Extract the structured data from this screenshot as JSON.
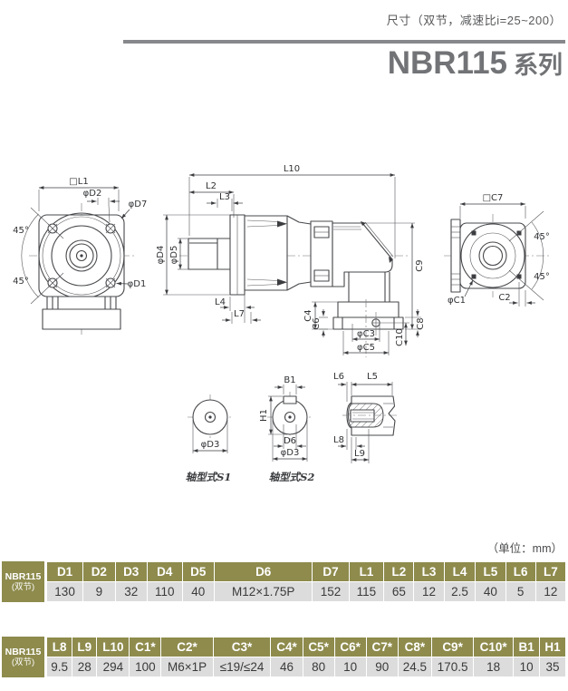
{
  "page": {
    "header_note": "尺寸（双节，减速比i=25~200）",
    "title": "NBR115",
    "title_suffix": "系列",
    "unit_label": "（单位：mm）"
  },
  "drawing": {
    "front_view": {
      "l1": "□L1",
      "d2": "φD2",
      "d7": "φD7",
      "d1": "φD1",
      "angle": "45°"
    },
    "side_view": {
      "l10": "L10",
      "l2": "L2",
      "l3": "L3",
      "d4": "φD4",
      "d5": "φD5",
      "l4": "L4",
      "l7": "L7",
      "c4": "C4",
      "c6": "C6",
      "c3": "φC3",
      "c5": "φC5",
      "c8": "C8",
      "c9": "C9",
      "c10": "C10"
    },
    "rear_view": {
      "c7": "□C7",
      "angle": "45°",
      "c1": "φC1",
      "c2": "C2"
    },
    "shaft_s1": {
      "d3": "φD3",
      "caption": "轴型式S1"
    },
    "shaft_s2": {
      "b1": "B1",
      "h1": "H1",
      "d6": "D6",
      "d3": "φD3",
      "caption": "轴型式S2"
    },
    "section_view": {
      "l6": "L6",
      "l5": "L5",
      "l8": "L8",
      "l9": "L9"
    }
  },
  "table1": {
    "row_label_line1": "NBR115",
    "row_label_line2": "(双节)",
    "headers": [
      "D1",
      "D2",
      "D3",
      "D4",
      "D5",
      "D6",
      "D7",
      "L1",
      "L2",
      "L3",
      "L4",
      "L5",
      "L6",
      "L7"
    ],
    "values": [
      "130",
      "9",
      "32",
      "110",
      "40",
      "M12×1.75P",
      "152",
      "115",
      "65",
      "12",
      "2.5",
      "40",
      "5",
      "12"
    ]
  },
  "table2": {
    "row_label_line1": "NBR115",
    "row_label_line2": "(双节)",
    "headers": [
      "L8",
      "L9",
      "L10",
      "C1*",
      "C2*",
      "C3*",
      "C4*",
      "C5*",
      "C6*",
      "C7*",
      "C8*",
      "C9*",
      "C10*",
      "B1",
      "H1"
    ],
    "values": [
      "9.5",
      "28",
      "294",
      "100",
      "M6×1P",
      "≤19/≤24",
      "46",
      "80",
      "10",
      "90",
      "24.5",
      "170.5",
      "18",
      "10",
      "35"
    ]
  },
  "colors": {
    "table_header_bg": "#8e8b4d",
    "table_value_bg": "#dcdcdc",
    "title_color": "#727376",
    "line_color": "#47484b"
  }
}
